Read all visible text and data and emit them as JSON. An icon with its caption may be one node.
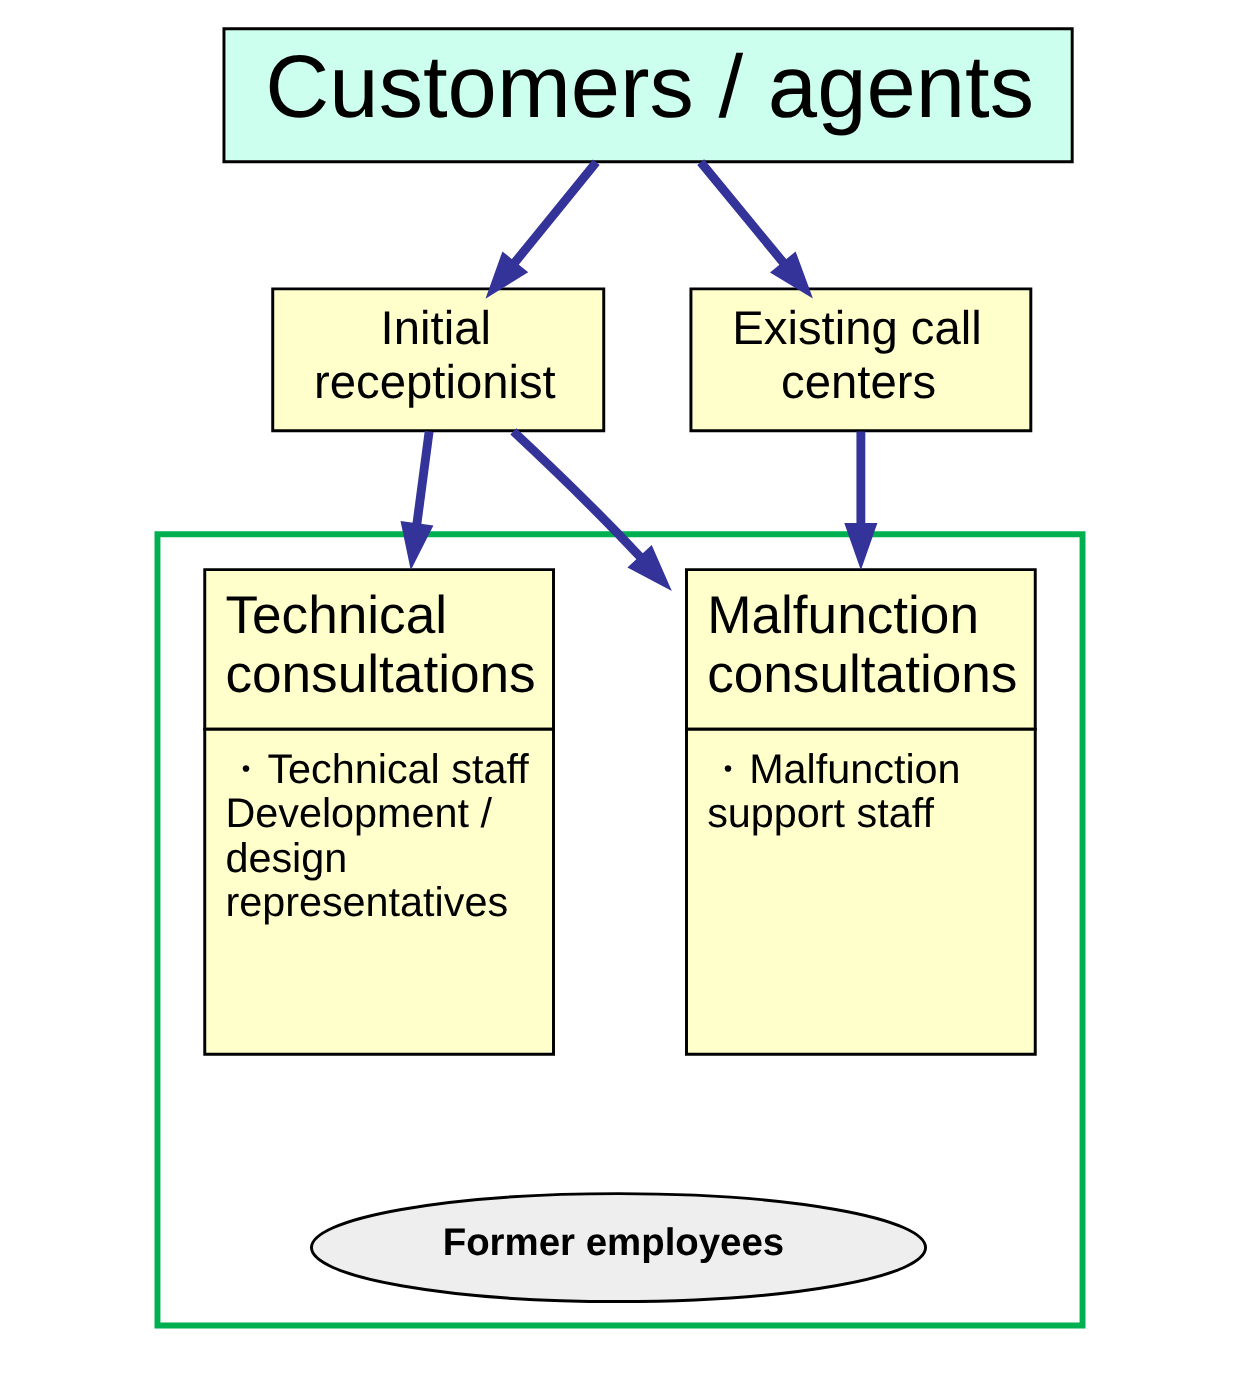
{
  "diagram": {
    "nodes": [
      {
        "text": [
          "Customers / agents"
        ]
      },
      {
        "text": [
          "Initial receptionist"
        ]
      },
      {
        "text": [
          "Existing call centers"
        ]
      },
      {
        "text": [],
        "shape": "box"
      },
      {
        "text": [
          "Technical consultations",
          "・Technical staff Development / design representatives"
        ],
        "in": 3
      },
      {
        "text": [
          "Malfunction consultations",
          "・Malfunction support staff"
        ],
        "in": 3
      },
      {
        "text": [
          "Former employees"
        ],
        "in": 3
      }
    ],
    "edges": [
      {
        "from": 0,
        "to": 1,
        "arrow": "to"
      },
      {
        "from": 0,
        "to": 2,
        "arrow": "to"
      },
      {
        "from": 1,
        "to": 4,
        "arrow": "to"
      },
      {
        "from": 1,
        "to": 5,
        "arrow": "to"
      },
      {
        "from": 2,
        "to": 5,
        "arrow": "to"
      }
    ]
  }
}
